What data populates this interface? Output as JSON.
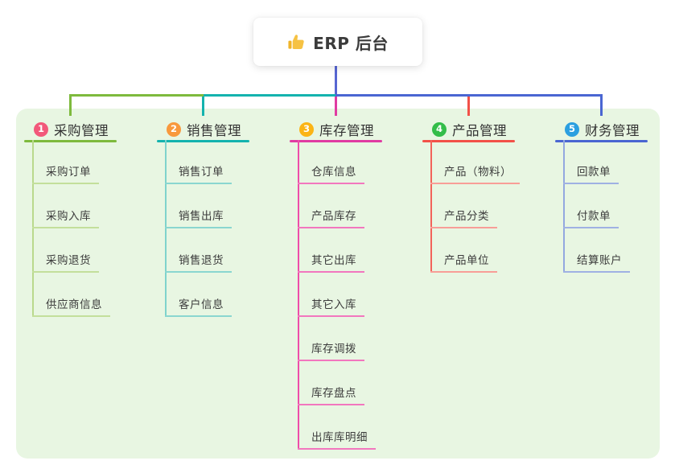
{
  "root": {
    "label": "ERP 后台",
    "icon": "thumbs-up"
  },
  "branches": [
    {
      "index": "1",
      "label": "采购管理",
      "badge_color": "#f2587a",
      "line_color": "#7eba3d",
      "spine_color": "#b9d98c",
      "child_line_color": "#c3df9b",
      "children": [
        "采购订单",
        "采购入库",
        "采购退货",
        "供应商信息"
      ]
    },
    {
      "index": "2",
      "label": "销售管理",
      "badge_color": "#f8993d",
      "line_color": "#14b3ae",
      "spine_color": "#7fd3cc",
      "child_line_color": "#8ad6d0",
      "children": [
        "销售订单",
        "销售出库",
        "销售退货",
        "客户信息"
      ]
    },
    {
      "index": "3",
      "label": "库存管理",
      "badge_color": "#fbb415",
      "line_color": "#e03ba2",
      "spine_color": "#ee4da9",
      "child_line_color": "#f277be",
      "children": [
        "仓库信息",
        "产品库存",
        "其它出库",
        "其它入库",
        "库存调拨",
        "库存盘点",
        "出库库明细"
      ]
    },
    {
      "index": "4",
      "label": "产品管理",
      "badge_color": "#33bd49",
      "line_color": "#f25148",
      "spine_color": "#f3635a",
      "child_line_color": "#f89e97",
      "children": [
        "产品（物料）",
        "产品分类",
        "产品单位"
      ]
    },
    {
      "index": "5",
      "label": "财务管理",
      "badge_color": "#2b9fe0",
      "line_color": "#4a66d2",
      "spine_color": "#93a8e0",
      "child_line_color": "#9fb1e3",
      "children": [
        "回款单",
        "付款单",
        "结算账户"
      ]
    }
  ],
  "colors": {
    "panel_bg": "#e8f6e2",
    "root_line": "#5766d2",
    "thumb_yellow": "#f6c243"
  }
}
